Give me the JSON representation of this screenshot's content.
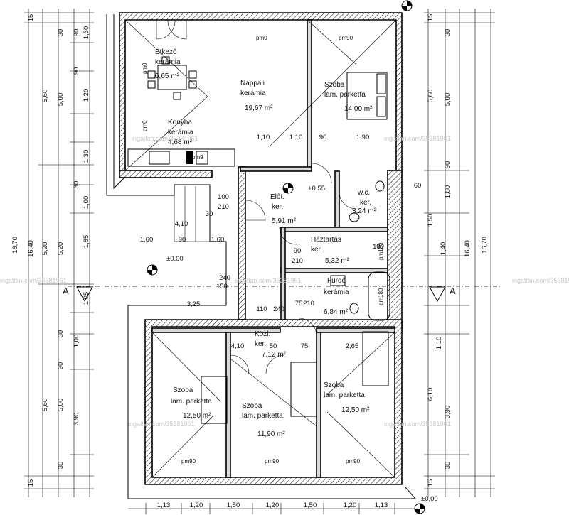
{
  "rooms": {
    "etkezo": {
      "name": "Étkező",
      "floor": "kerámia",
      "area": "6,65 m²"
    },
    "nappali": {
      "name": "Nappali",
      "floor": "kerámia",
      "area": "19,67 m²"
    },
    "szoba_top": {
      "name": "Szoba",
      "floor": "lam. parketta",
      "area": "14,00 m²"
    },
    "konyha": {
      "name": "Konyha",
      "floor": "kerámia",
      "area": "4,68 m²"
    },
    "elot": {
      "name": "Előt.",
      "floor": "ker.",
      "area": "5,91 m²"
    },
    "wc": {
      "name": "w.c.",
      "floor": "ker.",
      "area": "3,24 m²"
    },
    "haztartas": {
      "name": "Háztartás",
      "floor": "ker.",
      "area": "5,32 m²"
    },
    "furdo": {
      "name": "Fürdő",
      "floor": "kerámia",
      "area": "6,84 m²"
    },
    "kozl": {
      "name": "Közl.",
      "floor": "ker.",
      "area": "7,12 m²"
    },
    "szoba_bl": {
      "name": "Szoba",
      "floor": "lam. parketta",
      "area": "12,50 m²"
    },
    "szoba_bm": {
      "name": "Szoba",
      "floor": "lam. parketta",
      "area": "11,90 m²"
    },
    "szoba_br": {
      "name": "Szoba",
      "floor": "lam. parketta",
      "area": "12,50 m²"
    }
  },
  "labels": {
    "pm0": "pm0",
    "pm90": "pm90",
    "pm180": "pm180",
    "pm9": "pm9",
    "level_plus": "+0,55",
    "level_zero": "±0,00",
    "level_zero_b": "±0,00",
    "section": "A"
  },
  "watermark": "ingatlan.com/35381961",
  "dims": {
    "left_outer": [
      "16,70",
      "16,40"
    ],
    "left_mid": [
      "5,60",
      "5,20",
      "5,60"
    ],
    "left_inner": [
      "5,00",
      "5,20",
      "5,00"
    ],
    "left_fine": [
      "15",
      "30",
      "90",
      "1,30",
      "1,20",
      "90",
      "1,30",
      "30",
      "1,00",
      "1,85",
      "1,05",
      "30",
      "1,00",
      "90",
      "3,90",
      "30",
      "15"
    ],
    "right_outer": [
      "16,70",
      "16,40"
    ],
    "right_mid": [
      "5,60",
      "6,10"
    ],
    "right_inner": [
      "5,00",
      "3,90"
    ],
    "right_fine": [
      "15",
      "30",
      "90",
      "1,80",
      "1,50",
      "1,40",
      "1,10",
      "30",
      "15"
    ],
    "bottom": [
      "1,13",
      "1,20",
      "1,50",
      "1,20",
      "1,50",
      "1,20",
      "1,13"
    ],
    "interior": [
      "4,10",
      "30",
      "1,60",
      "90",
      "1,60",
      "3,25",
      "1,10",
      "1,10",
      "90",
      "1,90",
      "4,10",
      "50",
      "75",
      "2,65",
      "100",
      "210",
      "90",
      "240",
      "150",
      "210",
      "110",
      "240",
      "75",
      "210",
      "180",
      "60"
    ]
  }
}
